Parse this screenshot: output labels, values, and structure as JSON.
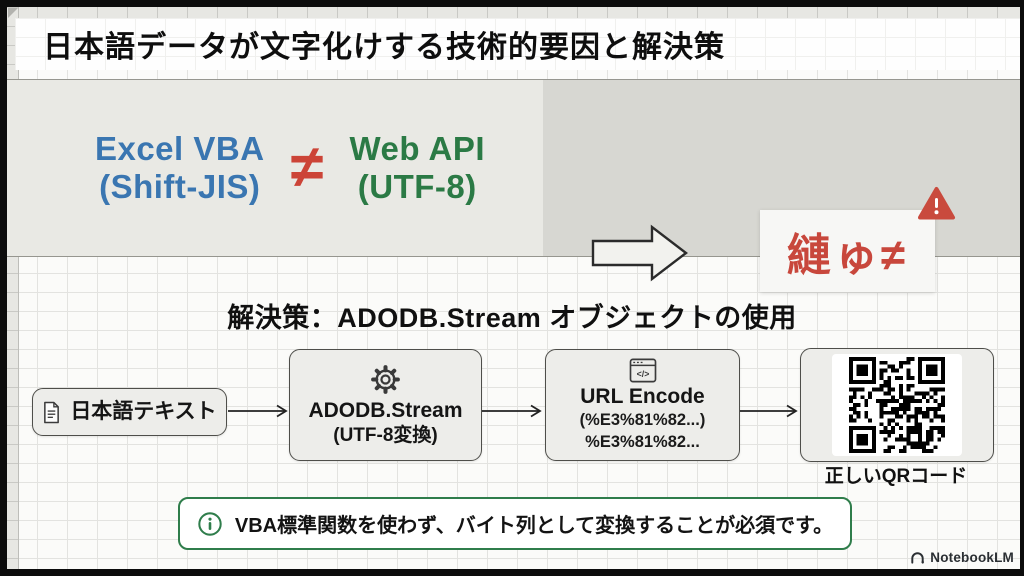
{
  "slide": {
    "title": "日本語データが文字化けする技術的要因と解決策",
    "comparison": {
      "left_line1": "Excel VBA",
      "left_line2": "(Shift-JIS)",
      "not_equal": "≠",
      "right_line1": "Web API",
      "right_line2": "(UTF-8)",
      "garbled_text": "縺ゅ≠"
    },
    "solution_heading": "解決策：ADODB.Stream オブジェクトの使用",
    "flow": {
      "step1_label": "日本語テキスト",
      "step2_line1": "ADODB.Stream",
      "step2_line2": "(UTF-8変換)",
      "step3_line1": "URL Encode",
      "step3_line2": "(%E3%81%82...)",
      "step3_line3": "%E3%81%82...",
      "step4_caption": "正しいQRコード"
    },
    "note_text": "VBA標準関数を使わず、バイト列として変換することが必須です。",
    "footer_brand": "NotebookLM",
    "colors": {
      "vba_blue": "#3a76b1",
      "api_green": "#2b7a45",
      "error_red": "#c8473c",
      "note_green": "#2f7d4b"
    },
    "icons": {
      "step1": "document-icon",
      "step2": "gear-icon",
      "step3": "code-window-icon",
      "step4": "qr-code",
      "result": "warning-triangle-icon",
      "note": "info-icon",
      "footer": "notebooklm-logo"
    }
  }
}
